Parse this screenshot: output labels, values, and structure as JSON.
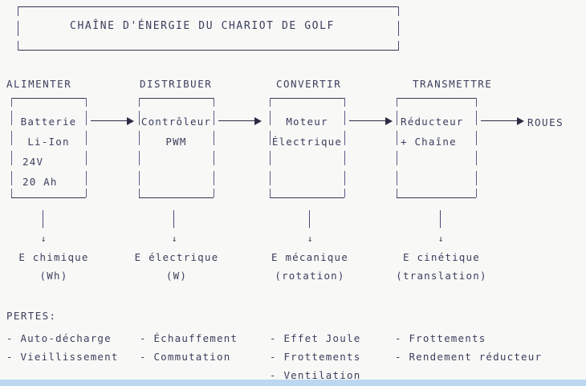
{
  "title": {
    "text": "CHAÎNE D'ÉNERGIE DU CHARIOT DE GOLF"
  },
  "stages": [
    {
      "header": "ALIMENTER",
      "block": [
        "Batterie",
        "Li-Ion",
        "24V",
        "20 Ah"
      ],
      "energy_name": "E chimique",
      "energy_unit": "(Wh)",
      "losses": [
        "- Auto-décharge",
        "- Vieillissement"
      ]
    },
    {
      "header": "DISTRIBUER",
      "block": [
        "Contrôleur",
        "PWM"
      ],
      "energy_name": "E électrique",
      "energy_unit": "(W)",
      "losses": [
        "- Échauffement",
        "- Commutation"
      ]
    },
    {
      "header": "CONVERTIR",
      "block": [
        "Moteur",
        "Électrique"
      ],
      "energy_name": "E mécanique",
      "energy_unit": "(rotation)",
      "losses": [
        "- Effet Joule",
        "- Frottements",
        "- Ventilation"
      ]
    },
    {
      "header": "TRANSMETTRE",
      "block": [
        "Réducteur",
        "+ Chaîne"
      ],
      "energy_name": "E cinétique",
      "energy_unit": "(translation)",
      "losses": [
        "- Frottements",
        "- Rendement réducteur"
      ]
    }
  ],
  "output_label": "ROUES",
  "pertes_title": "PERTES:",
  "down_arrow_glyph": "↓",
  "colors": {
    "background": "#f8f8f7",
    "text": "#3a3f5c",
    "line": "#3a3550",
    "bar": "#4a4a7a",
    "bottom_strip": "#bcd8f0"
  }
}
